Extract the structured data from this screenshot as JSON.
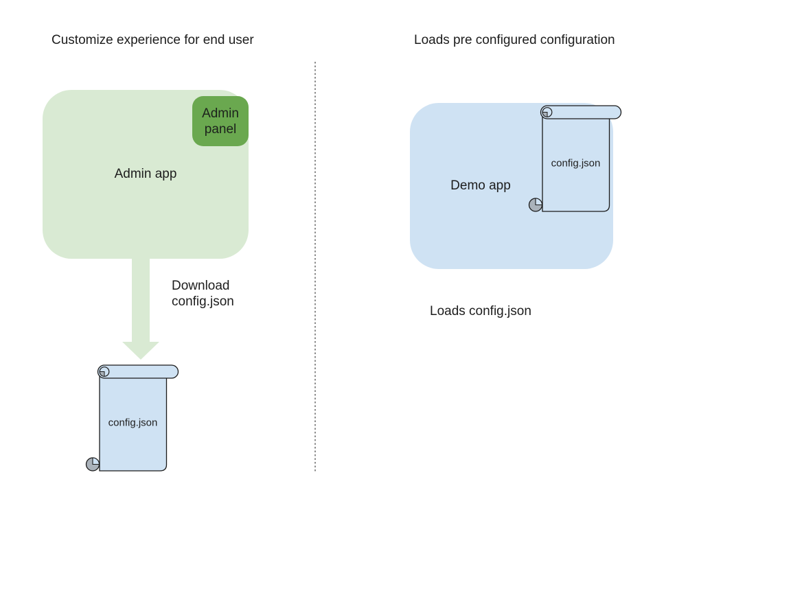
{
  "left": {
    "title": "Customize experience for end user",
    "admin_app_label": "Admin app",
    "admin_panel_label": [
      "Admin",
      "panel"
    ],
    "arrow_label": [
      "Download",
      "config.json"
    ],
    "config_file_label": "config.json"
  },
  "right": {
    "title": "Loads pre configured configuration",
    "demo_app_label": "Demo app",
    "config_file_label": "config.json",
    "caption": "Loads config.json"
  },
  "colors": {
    "app_box_green": "#d9ead3",
    "panel_green": "#6aa84f",
    "app_box_blue": "#cfe2f3",
    "scroll_fill_blue": "#cfe2f3",
    "scroll_curl_gray": "#aab2ba",
    "outline": "#1a1a1a",
    "divider_gray": "#8c8c8c",
    "text": "#1d1d1d"
  }
}
